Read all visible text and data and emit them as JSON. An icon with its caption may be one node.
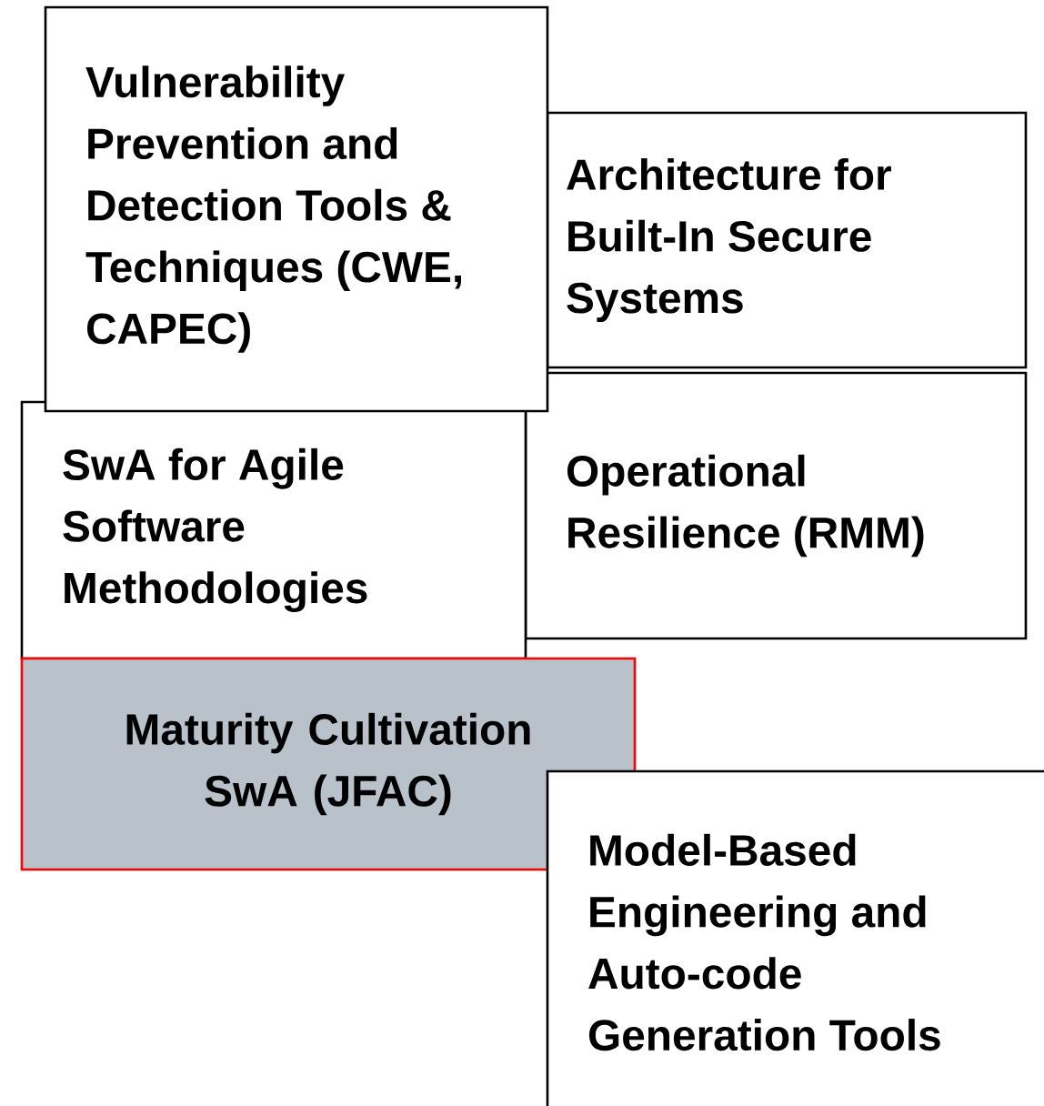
{
  "diagram": {
    "nodes": [
      {
        "text": [
          "Vulnerability Prevention and Detection Tools & Techniques (CWE, CAPEC)"
        ]
      },
      {
        "text": [
          "Architecture for Built-In Secure Systems"
        ]
      },
      {
        "text": [
          "SwA for Agile Software Methodologies"
        ]
      },
      {
        "text": [
          "Operational Resilience (RMM)"
        ]
      },
      {
        "text": [
          "Maturity Cultivation SwA (JFAC)"
        ]
      },
      {
        "text": [
          "Model-Based Engineering and Auto-code Generation Tools"
        ]
      }
    ]
  }
}
